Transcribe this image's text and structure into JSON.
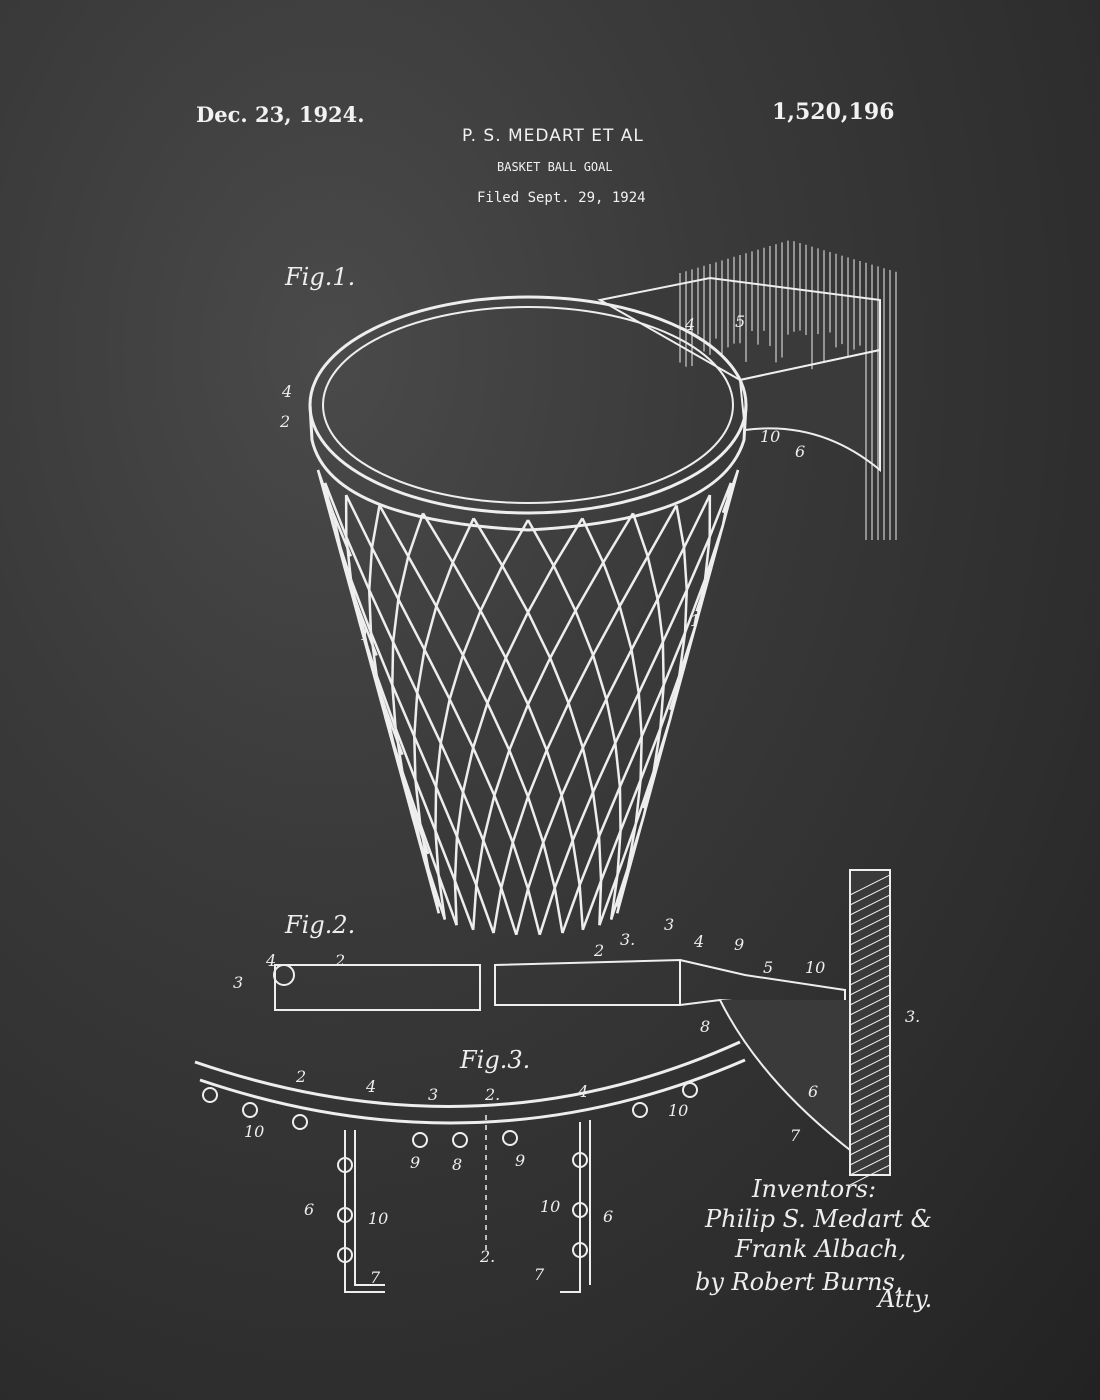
{
  "header": {
    "date": "Dec. 23, 1924.",
    "patent_number": "1,520,196",
    "inventors_short": "P. S. MEDART ET AL",
    "title": "BASKET BALL GOAL",
    "filed": "Filed Sept. 29, 1924"
  },
  "figures": {
    "fig1": "Fig.1.",
    "fig2": "Fig.2.",
    "fig3": "Fig.3."
  },
  "fig1_labels": [
    "4",
    "5",
    "4",
    "2",
    "10",
    "6",
    "1",
    "1"
  ],
  "fig2_labels": [
    "3",
    "4",
    "2",
    "2",
    "3.",
    "3",
    "4",
    "9",
    "5",
    "10",
    "8",
    "3."
  ],
  "fig3_labels": [
    "2",
    "4",
    "3",
    "2.",
    "4",
    "10",
    "10",
    "9",
    "8",
    "9",
    "6",
    "10",
    "10",
    "6",
    "2.",
    "7",
    "7",
    "6",
    "7"
  ],
  "signature": {
    "heading": "Inventors:",
    "line1": "Philip S. Medart &",
    "line2": "Frank Albach,",
    "line3": "by Robert Burns,",
    "line4": "Atty."
  },
  "colors": {
    "background": "#333333",
    "ink": "#f0f0f0"
  }
}
